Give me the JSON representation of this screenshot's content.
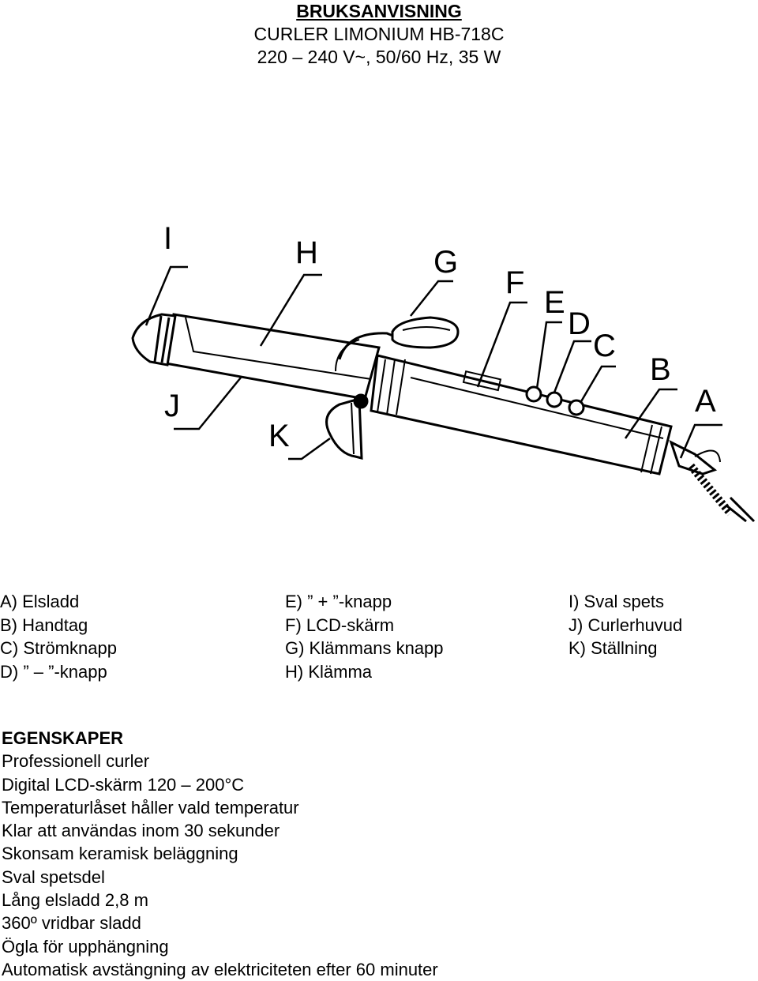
{
  "header": {
    "title": "BRUKSANVISNING",
    "model": "CURLER LIMONIUM HB-718C",
    "specs": "220 – 240 V~, 50/60 Hz, 35 W"
  },
  "diagram": {
    "labels": [
      "I",
      "H",
      "G",
      "F",
      "E",
      "D",
      "C",
      "B",
      "A",
      "J",
      "K"
    ]
  },
  "legend": {
    "col1": [
      "A) Elsladd",
      "B) Handtag",
      "C) Strömknapp",
      "D) ” – ”-knapp"
    ],
    "col2": [
      "E) ” + ”-knapp",
      "F) LCD-skärm",
      "G) Klämmans knapp",
      "H) Klämma"
    ],
    "col3": [
      "I) Sval spets",
      "J) Curlerhuvud",
      "K) Ställning"
    ]
  },
  "features": {
    "title": "EGENSKAPER",
    "items": [
      "Professionell curler",
      "Digital LCD-skärm 120 – 200°C",
      "Temperaturlåset håller vald temperatur",
      "Klar att användas inom 30 sekunder",
      "Skonsam keramisk beläggning",
      "Sval spetsdel",
      "Lång elsladd 2,8 m",
      "360º vridbar sladd",
      "Ögla för upphängning",
      "Automatisk avstängning av elektriciteten efter 60 minuter"
    ]
  }
}
